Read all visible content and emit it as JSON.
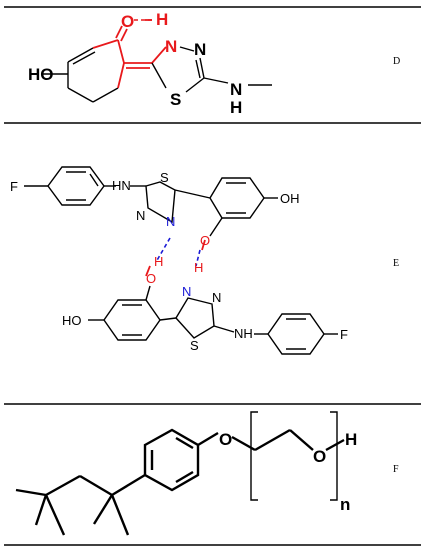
{
  "panels": [
    {
      "label": "D"
    },
    {
      "label": "E"
    },
    {
      "label": "F"
    }
  ],
  "atoms": {
    "oh": "HO",
    "oh_right": "OH",
    "o": "O",
    "h": "H",
    "n": "N",
    "s": "S",
    "f": "F",
    "nh": "NH",
    "hn": "HN",
    "n_sub": "n"
  },
  "colors": {
    "hbond_red": "#e8191c",
    "hbond_blue": "#1a1ad6"
  }
}
